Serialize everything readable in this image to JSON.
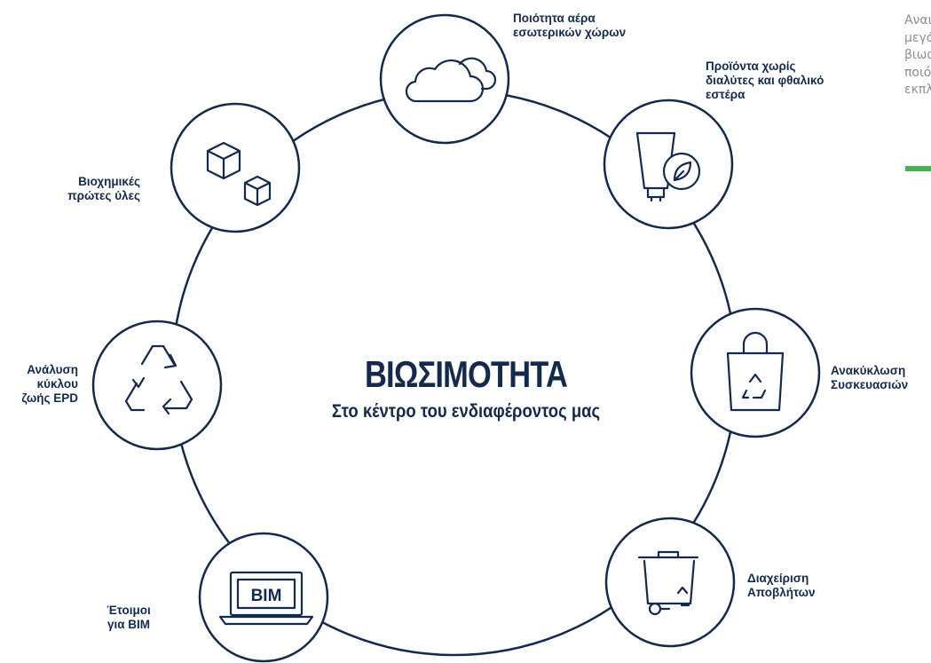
{
  "diagram": {
    "title": "ΒΙΩΣΙΜΟΤΗΤΑ",
    "subtitle": "Στο κέντρο του ενδιαφέροντος μας",
    "nodes": [
      {
        "id": "air",
        "label": "Ποιότητα αέρα\nεσωτερικών χώρων",
        "icon": "cloud-icon"
      },
      {
        "id": "products",
        "label": "Προϊόντα χωρίς\nδιαλύτες και φθαλικό\nεστέρα",
        "icon": "tube-leaf-icon"
      },
      {
        "id": "packaging",
        "label": "Ανακύκλωση\nΣυσκευασιών",
        "icon": "recycle-bag-icon"
      },
      {
        "id": "waste",
        "label": "Διαχείριση\nΑποβλήτων",
        "icon": "waste-bin-icon"
      },
      {
        "id": "bim",
        "label": "Έτοιμοι\nγια BIM",
        "icon": "laptop-bim-icon",
        "icon_text": "BIM"
      },
      {
        "id": "epd",
        "label": "Ανάλυση\nκύκλου\nζωής EPD",
        "icon": "recycle-icon"
      },
      {
        "id": "bio",
        "label": "Βιοχημικές\nπρώτες ύλες",
        "icon": "cubes-icon"
      }
    ]
  },
  "side_text": "Αναι\nμεγά\nβιωσ\nποιό\nεκπλ",
  "colors": {
    "navy": "#132a4e",
    "accent": "#4caf50",
    "muted": "#8a8f98"
  }
}
